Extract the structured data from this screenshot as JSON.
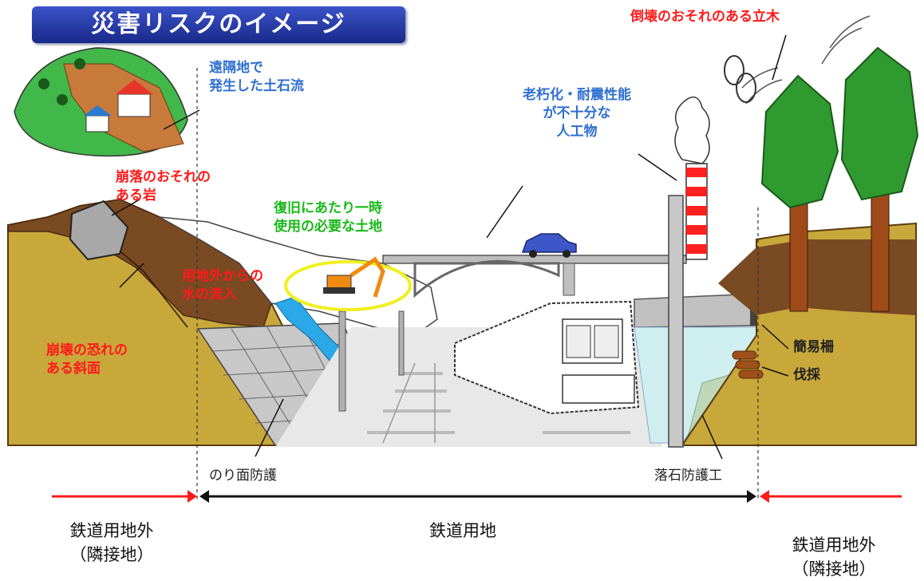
{
  "title": "災害リスクのイメージ",
  "labels": {
    "debris_flow": [
      "遠隔地で",
      "発生した土石流"
    ],
    "falling_tree": "倒壊のおそれのある立木",
    "aging_structure": [
      "老朽化・耐震性能",
      "が不十分な",
      "人工物"
    ],
    "rock": [
      "崩落のおそれの",
      "ある岩"
    ],
    "temp_land": [
      "復旧にあたり一時",
      "使用の必要な土地"
    ],
    "water_inflow": [
      "用地外からの",
      "水の流入"
    ],
    "slope": [
      "崩壊の恐れの",
      "ある斜面"
    ],
    "simple_fence": "簡易柵",
    "logging": "伐採",
    "slope_protection": "のり面防護",
    "rockfall_protection": "落石防護工"
  },
  "zones": {
    "left": [
      "鉄道用地外",
      "（隣接地）"
    ],
    "center": "鉄道用地",
    "right": [
      "鉄道用地外",
      "（隣接地）"
    ]
  },
  "colors": {
    "title_bg": "#2338a8",
    "risk_red": "#ff1a1a",
    "infra_blue": "#2e6fd0",
    "land_green": "#18b818",
    "ground": "#c8a83a",
    "soil": "#7a4a22",
    "tree": "#2f9a2f",
    "water": "#2aa8e8",
    "highlight": "#f0f020"
  }
}
